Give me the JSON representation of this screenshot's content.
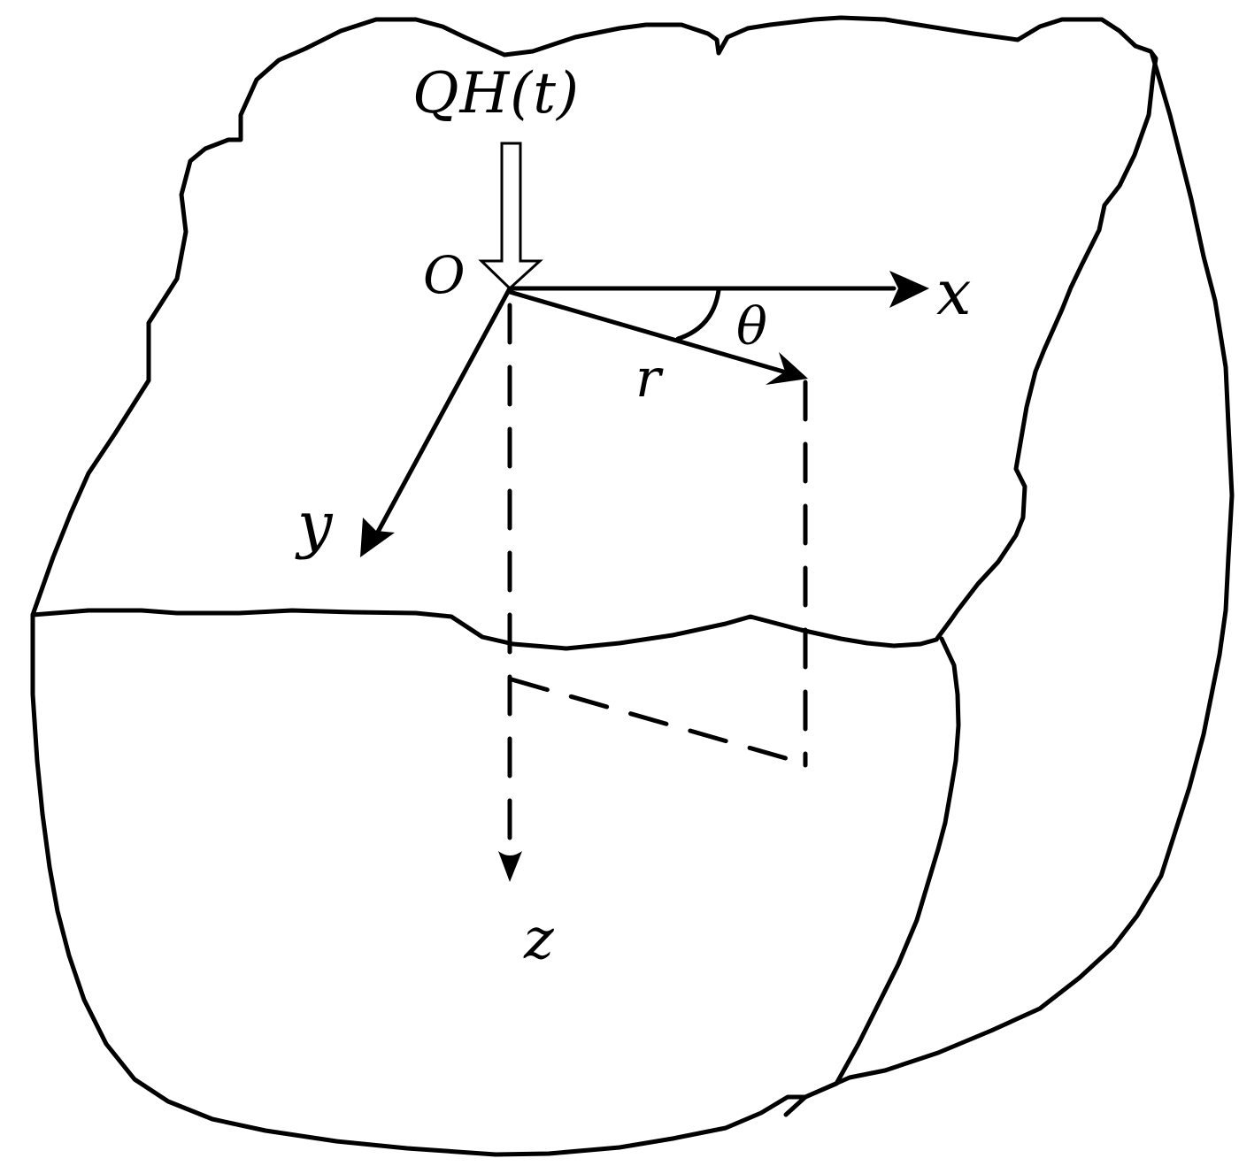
{
  "figure": {
    "type": "half-space point load coordinate diagram",
    "colors": {
      "stroke": "#000000",
      "background": "#ffffff"
    }
  },
  "labels": {
    "load": "QH(t)",
    "origin": "O",
    "x_axis": "x",
    "y_axis": "y",
    "z_axis": "z",
    "radius": "r",
    "angle": "θ"
  },
  "elements": {
    "load_arrow": {
      "direction": "down",
      "style": "hollow"
    },
    "x_axis": {
      "style": "solid",
      "arrow": true
    },
    "y_axis": {
      "style": "solid",
      "arrow": true
    },
    "z_axis": {
      "style": "dashed",
      "arrow": true
    },
    "radius_vector": {
      "style": "solid",
      "arrow": true
    },
    "angle_arc": {
      "between": [
        "x",
        "r"
      ]
    },
    "projection_lines": {
      "style": "dashed",
      "count": 2
    }
  }
}
